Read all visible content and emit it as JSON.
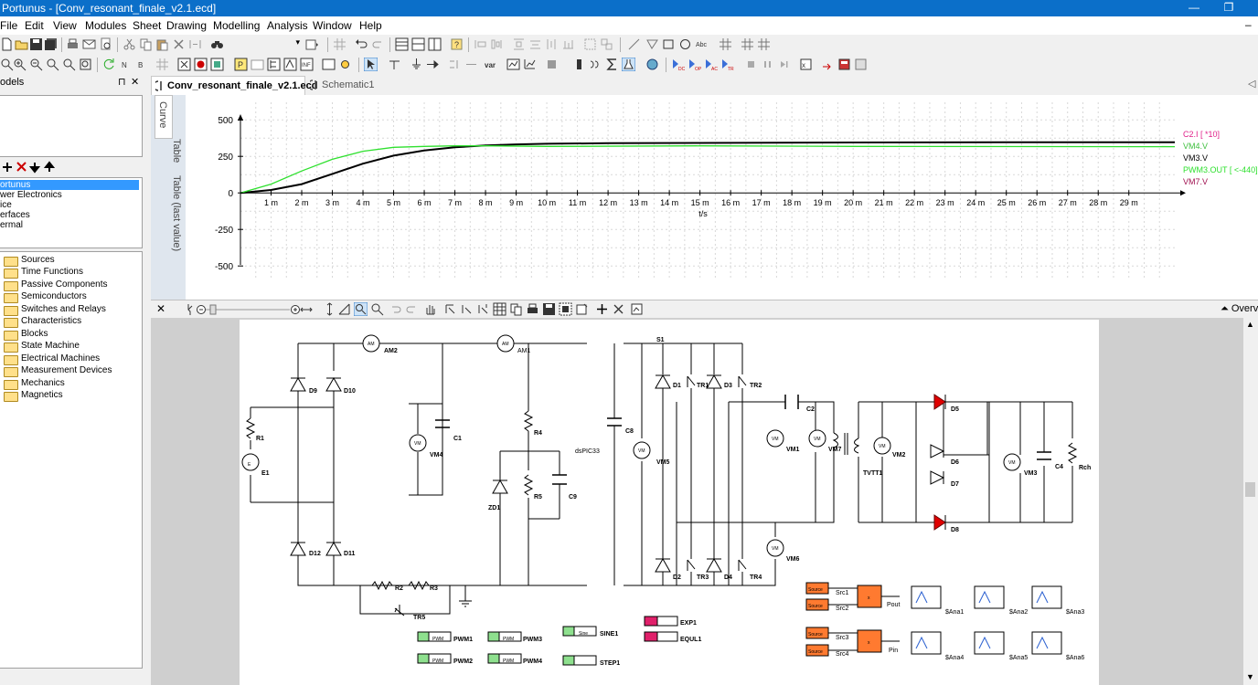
{
  "window": {
    "title": "Portunus - [Conv_resonant_finale_v2.1.ecd]",
    "min_glyph": "—",
    "max_glyph": "❐",
    "close_glyph": "–"
  },
  "menu": [
    "File",
    "Edit",
    "View",
    "Modules",
    "Sheet",
    "Drawing",
    "Modelling",
    "Analysis",
    "Window",
    "Help"
  ],
  "left_panel": {
    "header": "odels",
    "pin_glyph": "⊓",
    "close_glyph": "✕",
    "libs": [
      "ortunus",
      "wer Electronics",
      "ice",
      "erfaces",
      "ermal"
    ],
    "tree": [
      "Sources",
      "Time Functions",
      "Passive Components",
      "Semiconductors",
      "Switches and Relays",
      "Characteristics",
      "Blocks",
      "State Machine",
      "Electrical Machines",
      "Measurement Devices",
      "Mechanics",
      "Magnetics"
    ]
  },
  "tabs": [
    {
      "label": "Conv_resonant_finale_v2.1.ecd",
      "active": true
    },
    {
      "label": "Schematic1",
      "active": false
    }
  ],
  "curve_tabs": [
    "Curve",
    "Table",
    "Table (last value)"
  ],
  "chart_data": {
    "type": "line",
    "xlabel": "t/s",
    "xticks": [
      "1 m",
      "2 m",
      "3 m",
      "4 m",
      "5 m",
      "6 m",
      "7 m",
      "8 m",
      "9 m",
      "10 m",
      "11 m",
      "12 m",
      "13 m",
      "14 m",
      "15 m",
      "16 m",
      "17 m",
      "18 m",
      "19 m",
      "20 m",
      "21 m",
      "22 m",
      "23 m",
      "24 m",
      "25 m",
      "26 m",
      "27 m",
      "28 m",
      "29 m"
    ],
    "yticks": [
      "500",
      "250",
      "0",
      "-250",
      "-500"
    ],
    "ylim": [
      -580,
      620
    ],
    "xlim": [
      0,
      30.5
    ],
    "series": [
      {
        "name": "C2.I [ *10]",
        "color": "#e0208a",
        "x": [],
        "y": []
      },
      {
        "name": "VM4.V",
        "color": "#40c040",
        "x": [],
        "y": []
      },
      {
        "name": "VM3.V",
        "color": "#000000",
        "x": [
          0,
          1,
          2,
          3,
          4,
          5,
          6,
          7,
          8,
          9,
          10,
          12,
          15,
          20,
          25,
          30.5
        ],
        "y": [
          0,
          20,
          60,
          130,
          200,
          255,
          290,
          312,
          325,
          332,
          336,
          340,
          342,
          345,
          346,
          347
        ]
      },
      {
        "name": "PWM3.OUT [ <-440]",
        "color": "#2ee02e",
        "x": [
          0,
          1,
          2,
          3,
          4,
          5,
          6,
          7,
          8,
          10,
          15,
          20,
          30.5
        ],
        "y": [
          0,
          60,
          150,
          230,
          285,
          312,
          318,
          322,
          322,
          318,
          322,
          318,
          316
        ]
      },
      {
        "name": "VM7.V",
        "color": "#a01050",
        "x": [],
        "y": []
      }
    ]
  },
  "schematic": {
    "labels": {
      "am2": "AM2",
      "am1": "AM1",
      "s1": "S1",
      "d9": "D9",
      "d10": "D10",
      "d11": "D11",
      "d12": "D12",
      "r1": "R1",
      "e1": "E1",
      "e_sym": "E",
      "c1": "C1",
      "vm4": "VM4",
      "r4": "R4",
      "r5": "R5",
      "c9": "C9",
      "zd1": "ZD1",
      "dspic": "dsPIC33",
      "c8": "C8",
      "vm5": "VM5",
      "d1": "D1",
      "tr1": "TR1",
      "d3": "D3",
      "tr2": "TR2",
      "d2": "D2",
      "tr3": "TR3",
      "d4": "D4",
      "tr4": "TR4",
      "c2": "C2",
      "vm1": "VM1",
      "vm7": "VM7",
      "tvtt1": "TVTT1",
      "vm2": "VM2",
      "vm6": "VM6",
      "d5": "D5",
      "d6": "D6",
      "d7": "D7",
      "d8": "D8",
      "vm3": "VM3",
      "c4": "C4",
      "rch": "Rch",
      "r2": "R2",
      "r3": "R3",
      "tr5": "TR5",
      "pwm1": "PWM1",
      "pwm2": "PWM2",
      "pwm3": "PWM3",
      "pwm4": "PWM4",
      "sine1": "SINE1",
      "step1": "STEP1",
      "exp1": "EXP1",
      "equl1": "EQUL1",
      "src1": "Src1",
      "src2": "Src2",
      "src3": "Src3",
      "src4": "Src4",
      "pout": "Pout",
      "pin": "Pin",
      "sana1": "$Ana1",
      "sana2": "$Ana2",
      "sana3": "$Ana3",
      "sana4": "$Ana4",
      "sana5": "$Ana5",
      "sana6": "$Ana6",
      "vm": "VM",
      "am": "AM",
      "source": "Source",
      "mult": "x",
      "sine_txt": "Sine",
      "pwm_txt": "PWM"
    }
  },
  "overview_label": "Overv",
  "colors": {
    "titlebar": "#0b6fc9",
    "selection": "#3399ff",
    "diode_red": "#e00000",
    "source_orange": "#ff7a30"
  }
}
